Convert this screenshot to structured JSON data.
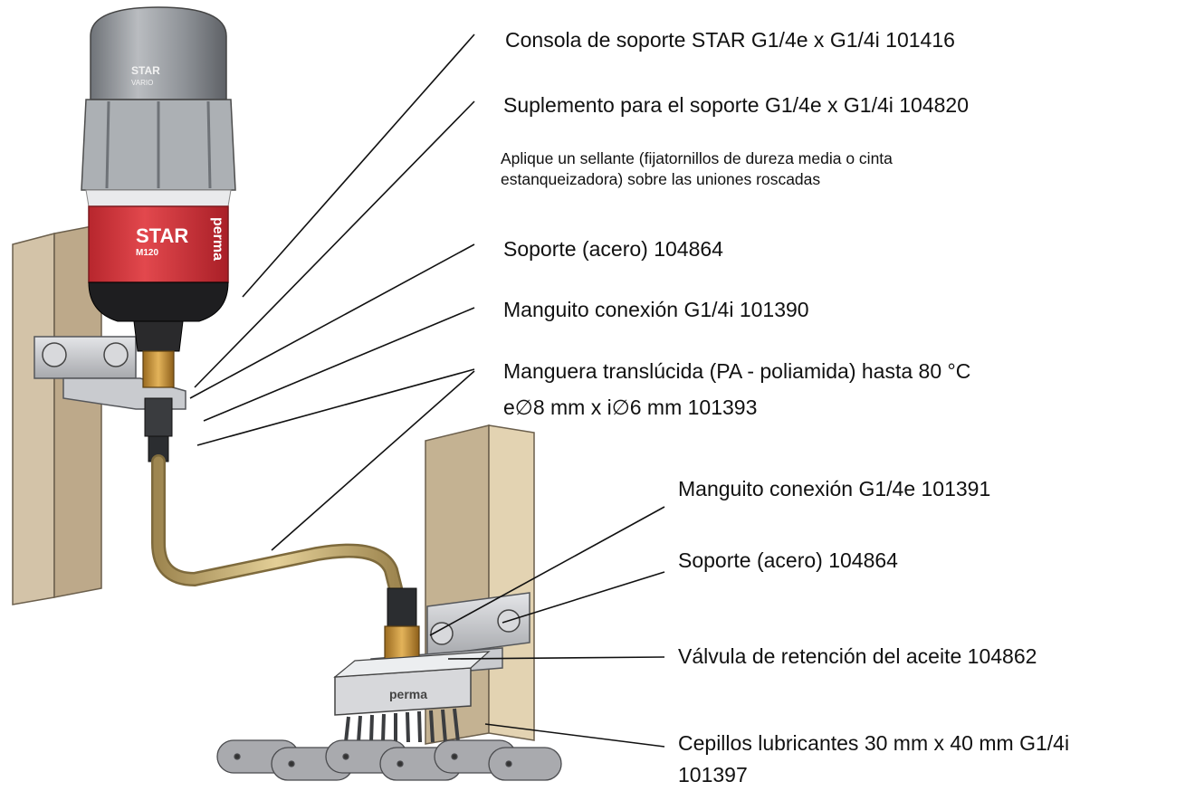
{
  "labels": {
    "consola": "Consola de soporte STAR G1/4e x G1/4i 101416",
    "suplemento": "Suplemento para el soporte G1/4e x G1/4i 104820",
    "note_line1": "Aplique un sellante (fijatornillos de dureza media o cinta",
    "note_line2": "estanqueizadora) sobre las uniones roscadas",
    "soporte_top": "Soporte (acero) 104864",
    "manguito_i": "Manguito conexión G1/4i 101390",
    "manguera_line1": "Manguera translúcida (PA - poliamida) hasta 80 °C",
    "manguera_line2": "e∅8 mm x i∅6 mm 101393",
    "manguito_e": "Manguito conexión G1/4e 101391",
    "soporte_bottom": "Soporte (acero) 104864",
    "valvula": "Válvula de retención del aceite 104862",
    "cepillos_line1": "Cepillos lubricantes 30 mm x 40 mm G1/4i",
    "cepillos_line2": "101397"
  },
  "product": {
    "cap_brand": "STAR",
    "cap_model": "VARIO",
    "body_brand": "STAR",
    "body_model": "M120",
    "body_side": "perma",
    "brush_logo": "perma"
  },
  "colors": {
    "lubricator_red": "#d4353b",
    "cap_grey": "#8e9297",
    "wall_beige": "#c8b79c",
    "brass": "#c79438",
    "hose": "#c9b27a",
    "steel": "#c9cbcf"
  }
}
